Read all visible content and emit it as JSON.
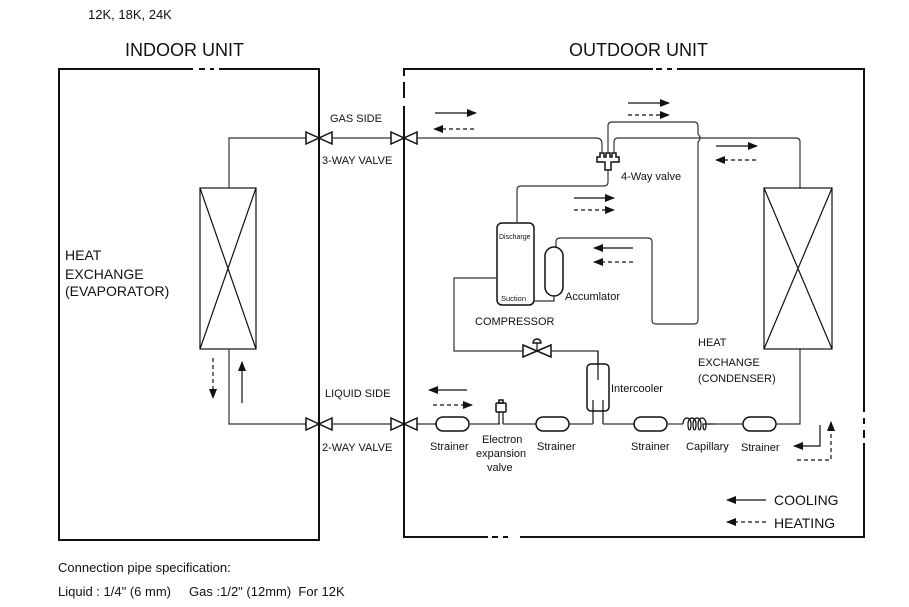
{
  "header": {
    "models": "12K, 18K, 24K"
  },
  "units": {
    "indoor_title": "INDOOR UNIT",
    "outdoor_title": "OUTDOOR UNIT"
  },
  "indoor": {
    "heat_exchanger_line1": "HEAT",
    "heat_exchanger_line2": "EXCHANGE",
    "heat_exchanger_line3": "(EVAPORATOR)"
  },
  "connections": {
    "gas_side": "GAS SIDE",
    "three_way_valve": "3-WAY VALVE",
    "liquid_side": "LIQUID SIDE",
    "two_way_valve": "2-WAY VALVE"
  },
  "outdoor": {
    "four_way_valve": "4-Way valve",
    "compressor_discharge": "Discharge",
    "compressor_suction": "Suction",
    "compressor": "COMPRESSOR",
    "accumulator": "Accumlator",
    "heat_exchanger_line1": "HEAT",
    "heat_exchanger_line2": "EXCHANGE",
    "heat_exchanger_line3": "(CONDENSER)",
    "intercooler": "Intercooler",
    "strainer_1": "Strainer",
    "eev_line1": "Electron",
    "eev_line2": "expansion",
    "eev_line3": "valve",
    "strainer_2": "Strainer",
    "strainer_3": "Strainer",
    "capillary": "Capillary",
    "strainer_4": "Strainer"
  },
  "legend": {
    "cooling": "COOLING",
    "heating": "HEATING"
  },
  "footer": {
    "spec_title": "Connection pipe specification:",
    "spec_line": "Liquid : 1/4\" (6 mm)     Gas :1/2\" (12mm)  For 12K"
  }
}
